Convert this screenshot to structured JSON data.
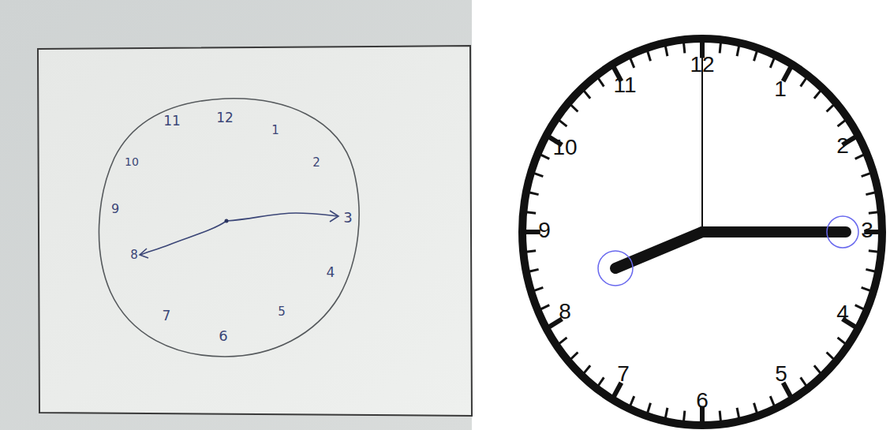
{
  "diagram": {
    "labels": [
      "11",
      "12",
      "1",
      "10",
      "2",
      "9",
      "3",
      "8",
      "4",
      "7",
      "5",
      "6",
      "12",
      "11",
      "1",
      "10",
      "2",
      "9",
      "3",
      "8",
      "4",
      "7",
      "5",
      "6"
    ]
  }
}
